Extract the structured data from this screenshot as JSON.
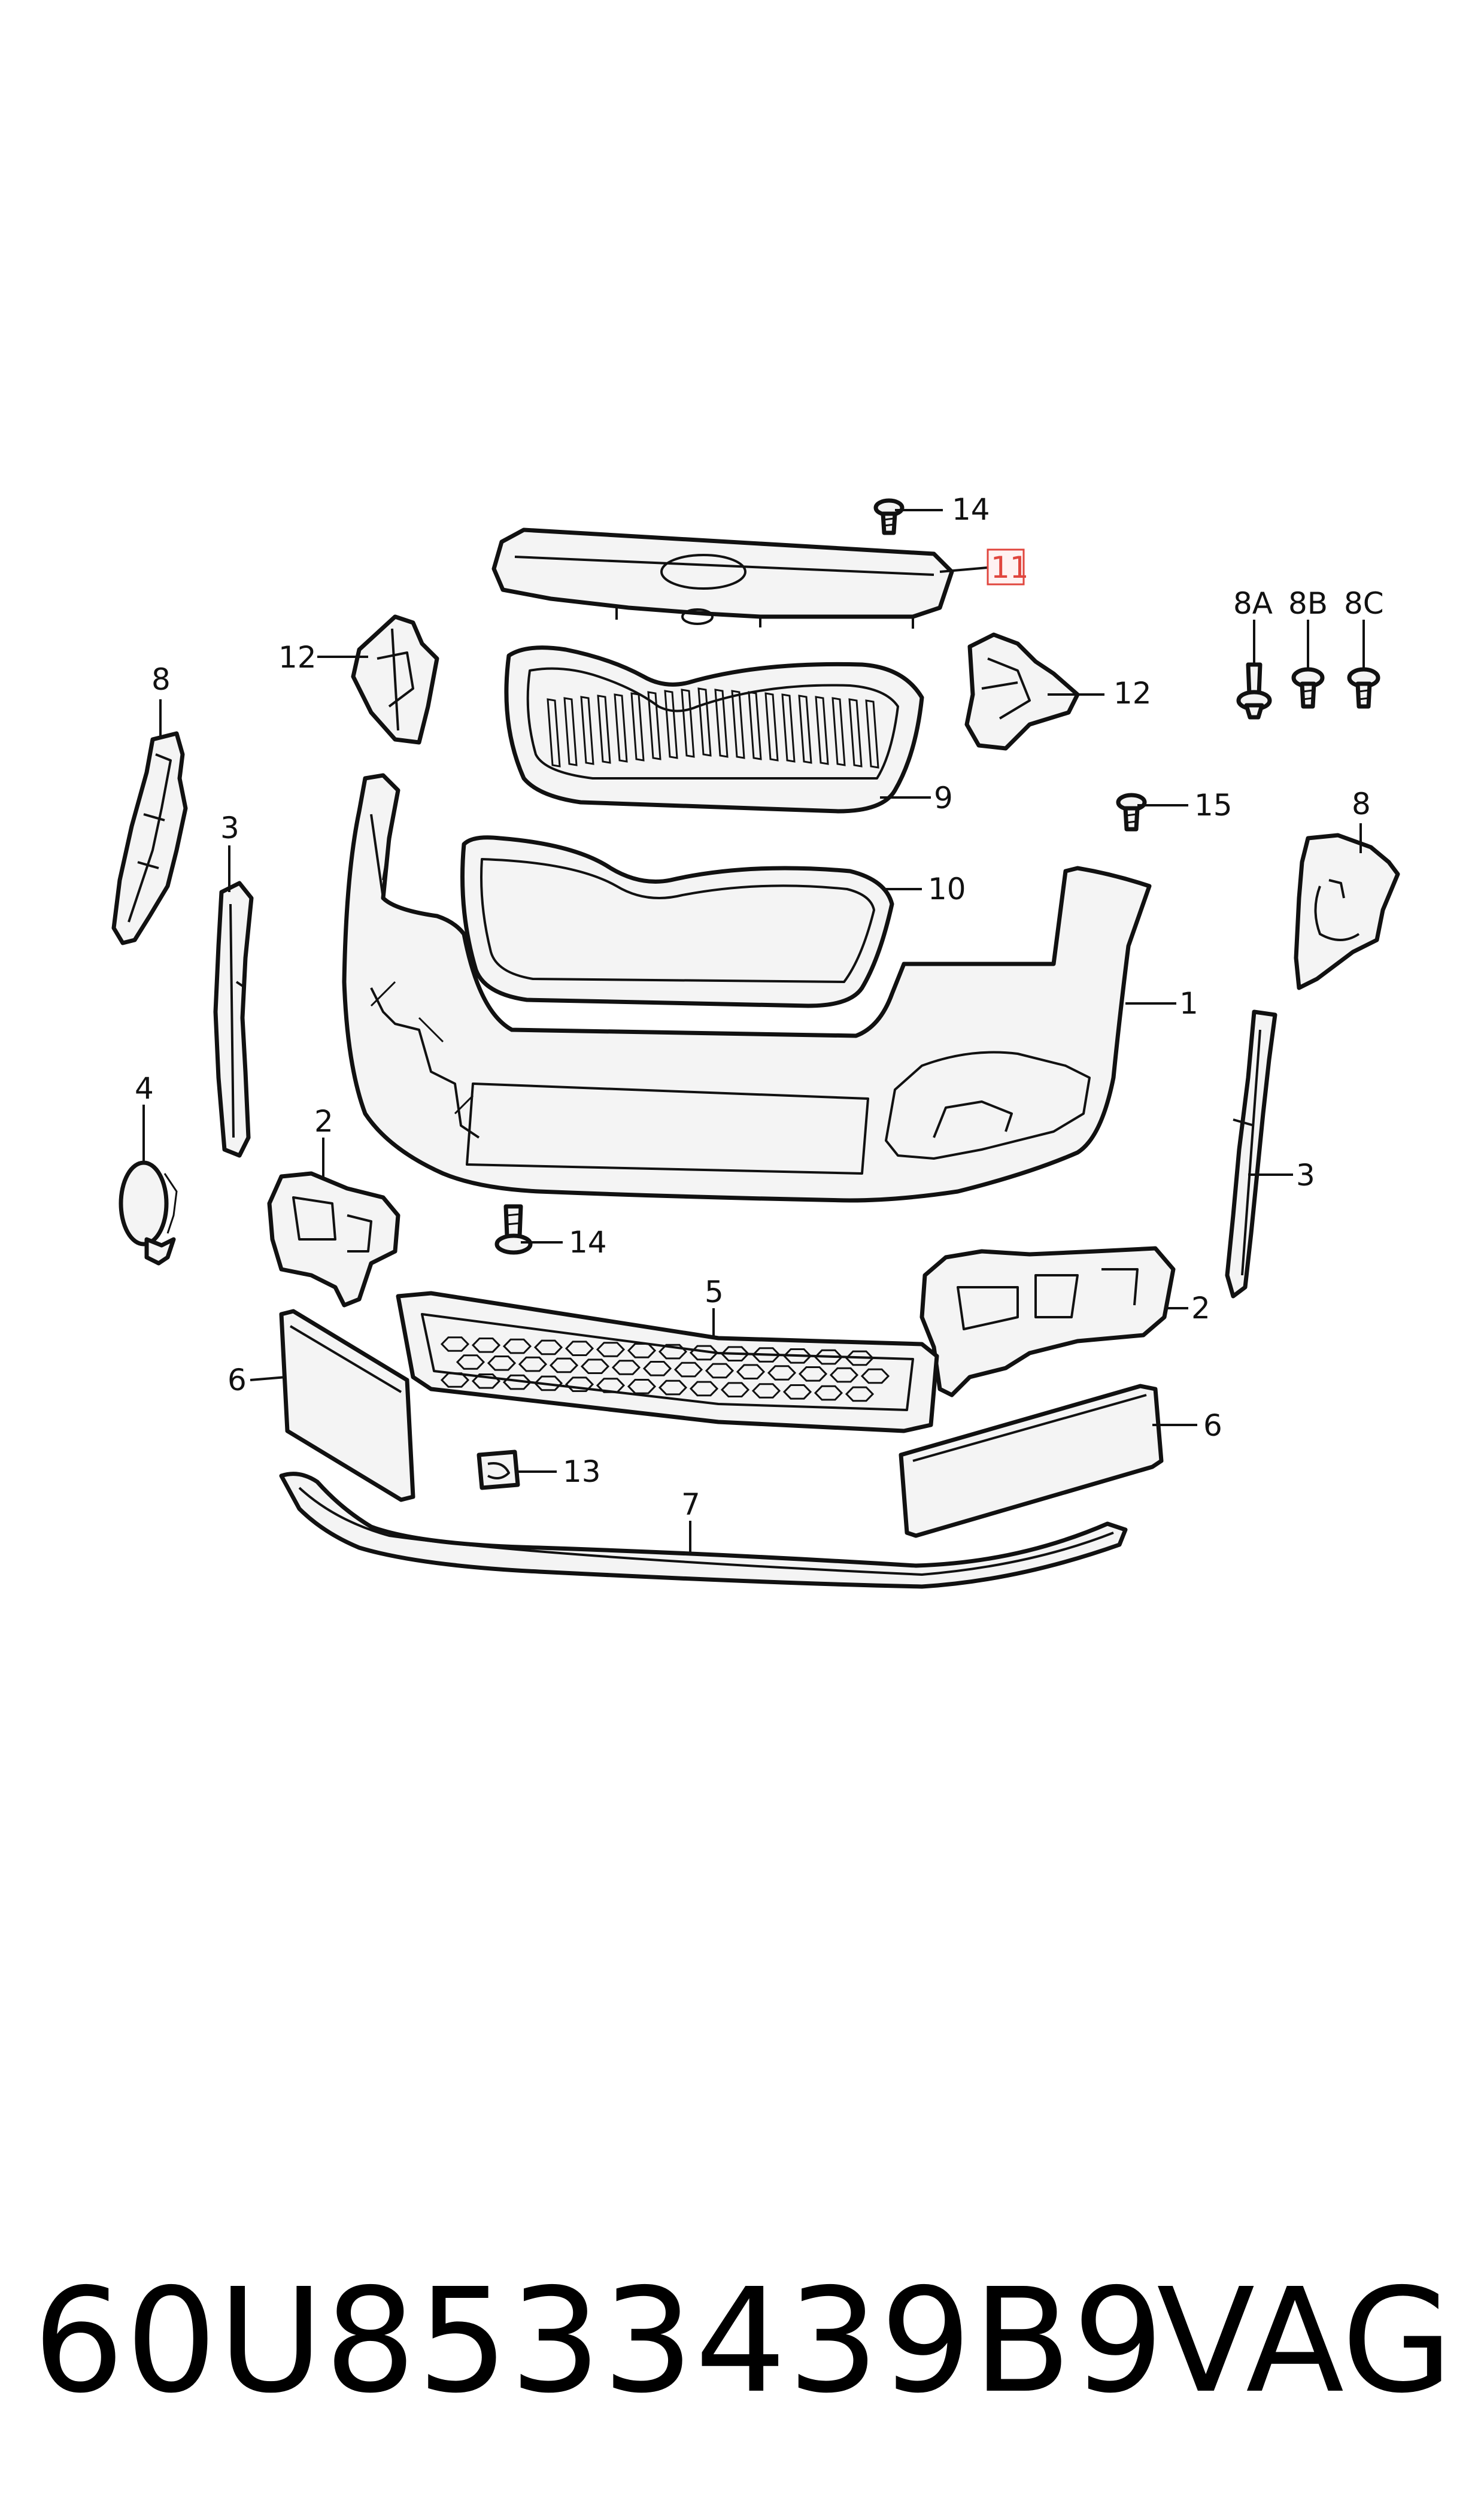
{
  "labels": {
    "l1": "1",
    "l2a": "2",
    "l2b": "2",
    "l3a": "3",
    "l3b": "3",
    "l4": "4",
    "l5": "5",
    "l6a": "6",
    "l6b": "6",
    "l7": "7",
    "l8a": "8",
    "l8b": "8",
    "l8A": "8A",
    "l8B": "8B",
    "l8C": "8C",
    "l9": "9",
    "l10": "10",
    "l11": "11",
    "l12a": "12",
    "l12b": "12",
    "l13": "13",
    "l14a": "14",
    "l14b": "14",
    "l15": "15"
  },
  "highlighted_label": "11",
  "highlight_color": "#e0463e",
  "footer": {
    "part_number": "60U853343 9B9",
    "part_number_display": "60U8533439B9",
    "brand": "VAG"
  }
}
